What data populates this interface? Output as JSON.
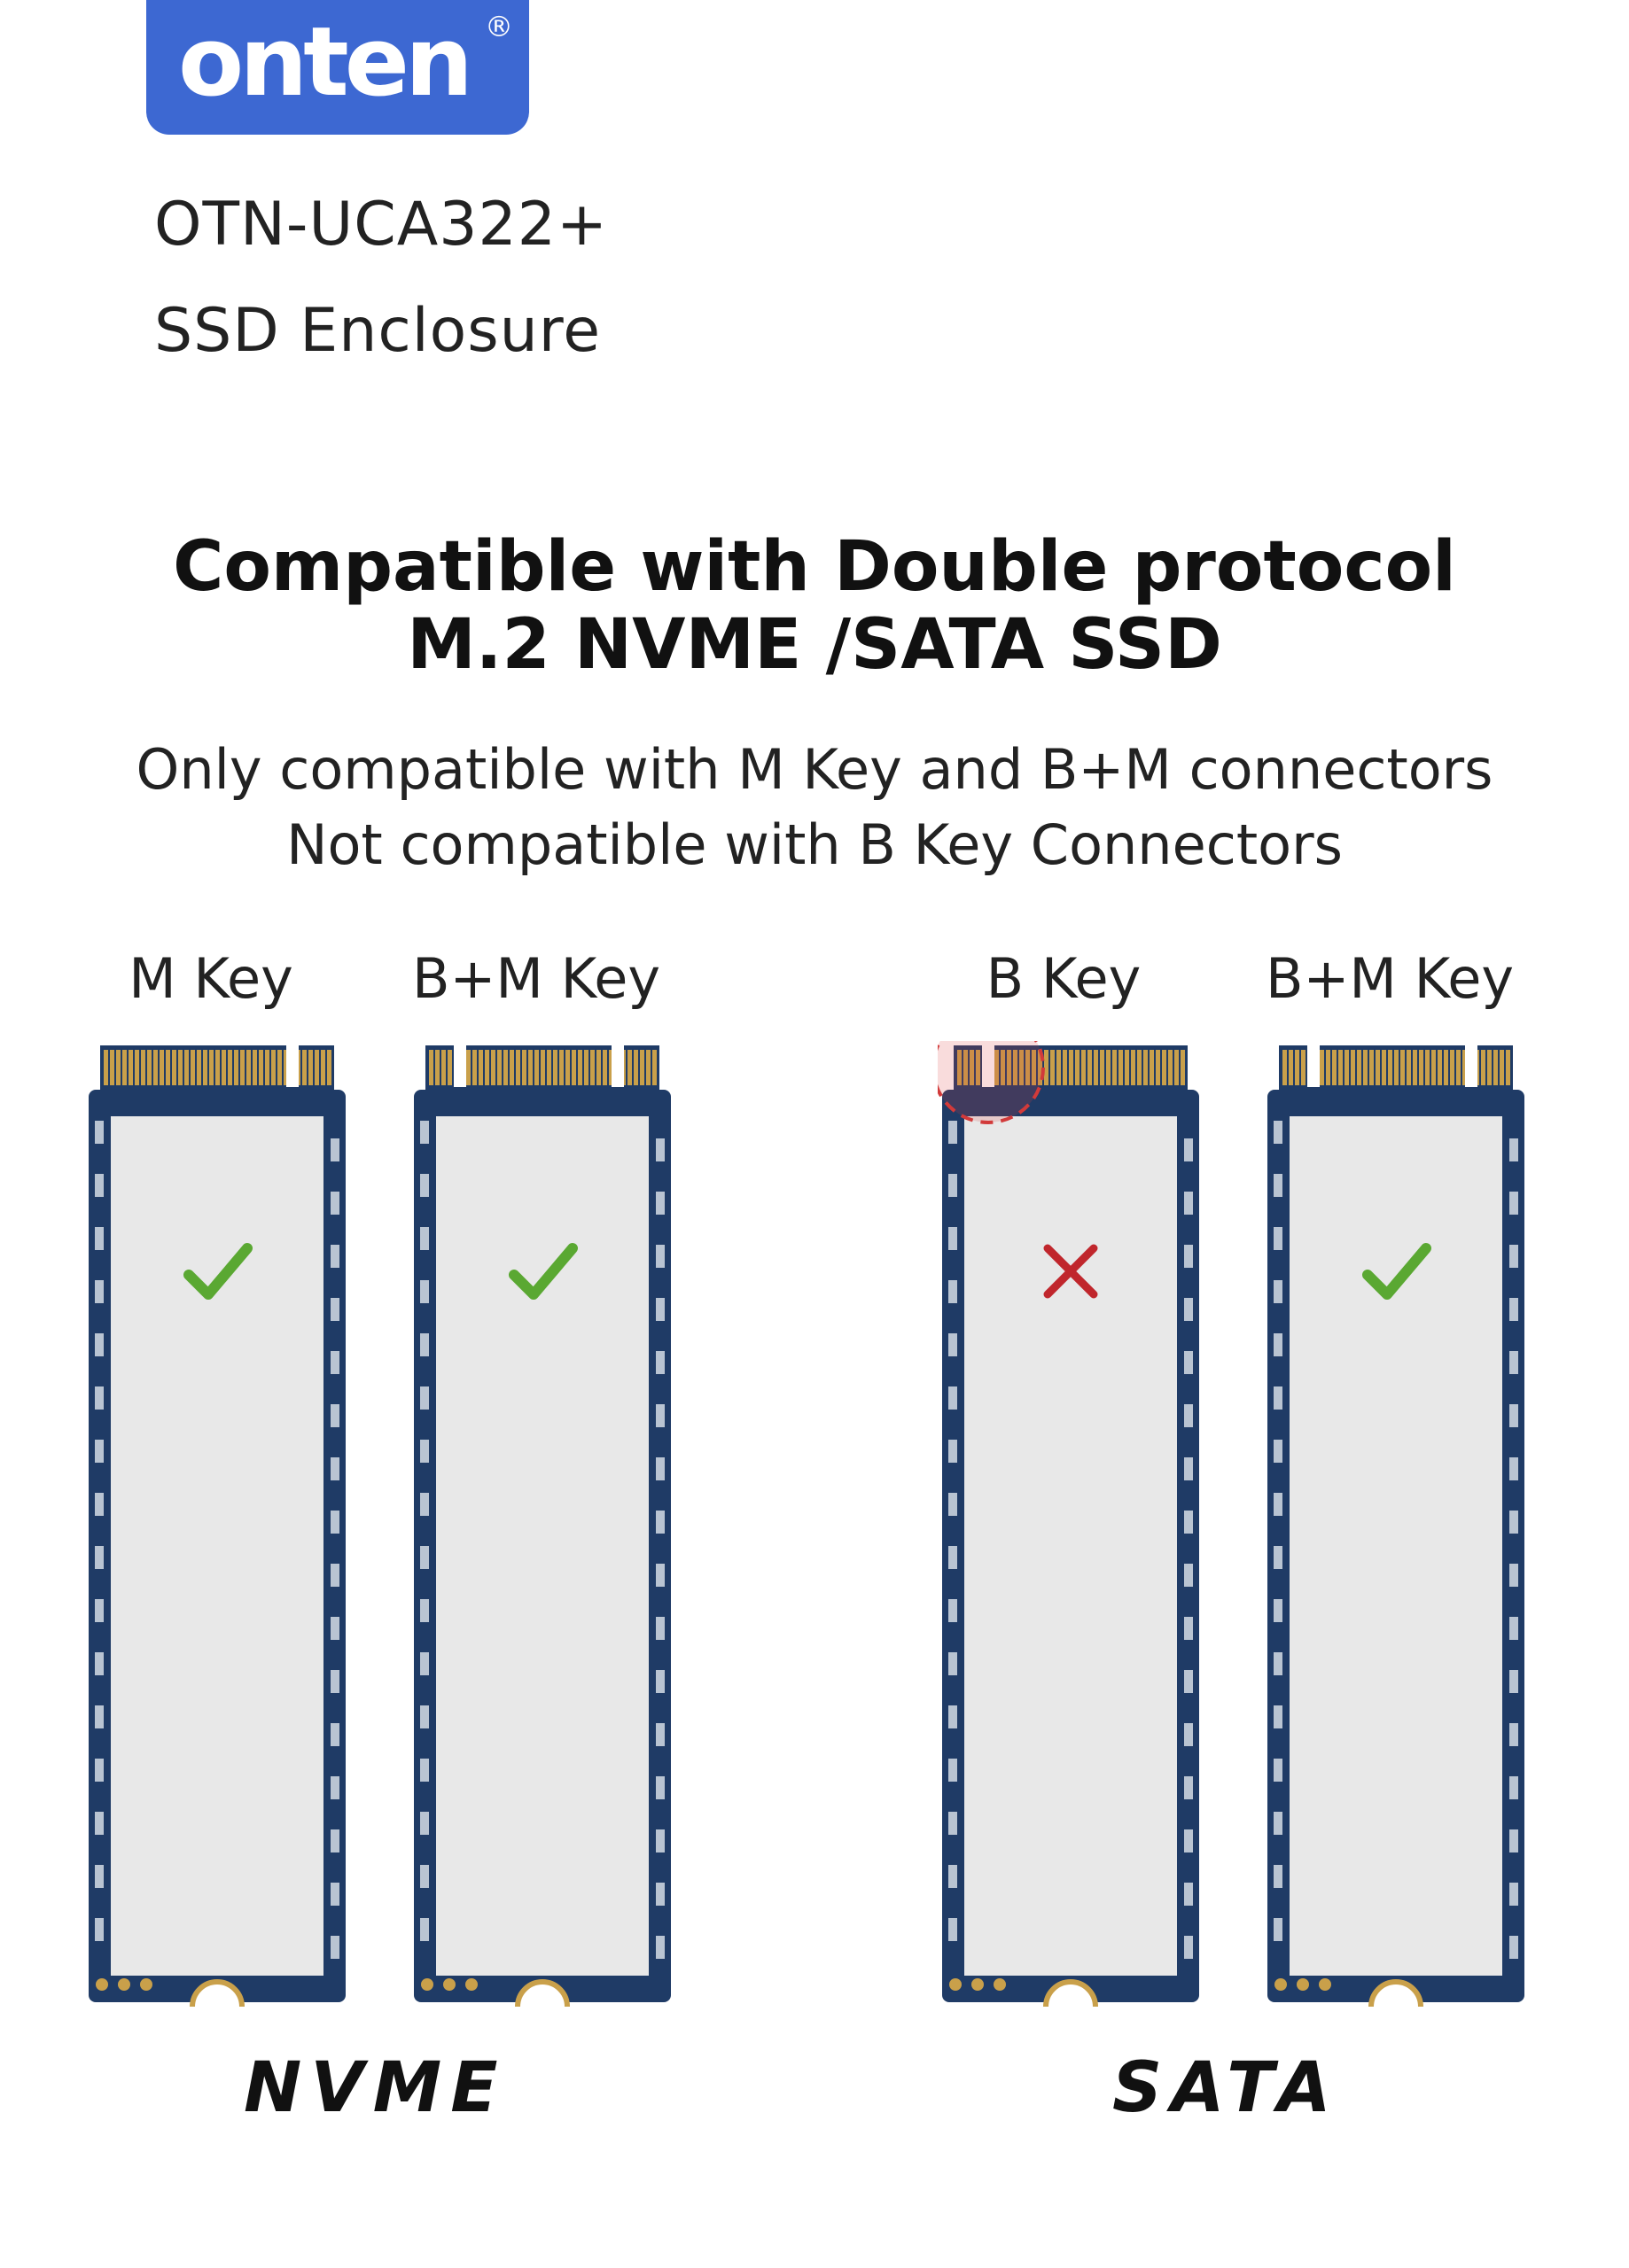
{
  "brand": {
    "logo": "onten",
    "registered": "®",
    "color": "#3d68d2"
  },
  "product": {
    "model": "OTN-UCA322+",
    "name": "SSD Enclosure"
  },
  "headline": {
    "line1": "Compatible with Double protocol",
    "line2": "M.2 NVME /SATA SSD"
  },
  "subtitle": {
    "line1": "Only compatible with M Key and B+M connectors",
    "line2": "Not compatible with B Key Connectors"
  },
  "drives": [
    {
      "key": "M Key",
      "notch": "M",
      "compatible": true
    },
    {
      "key": "B+M Key",
      "notch": "BM",
      "compatible": true
    },
    {
      "key": "B Key",
      "notch": "B",
      "compatible": false
    },
    {
      "key": "B+M Key",
      "notch": "BM",
      "compatible": true
    }
  ],
  "groups": {
    "nvme": "NVME",
    "sata": "SATA"
  },
  "colors": {
    "pcb": "#1f3b66",
    "gold": "#c9a04a",
    "check": "#5aa832",
    "cross": "#c0262c",
    "label_area": "#e8e8e8"
  }
}
